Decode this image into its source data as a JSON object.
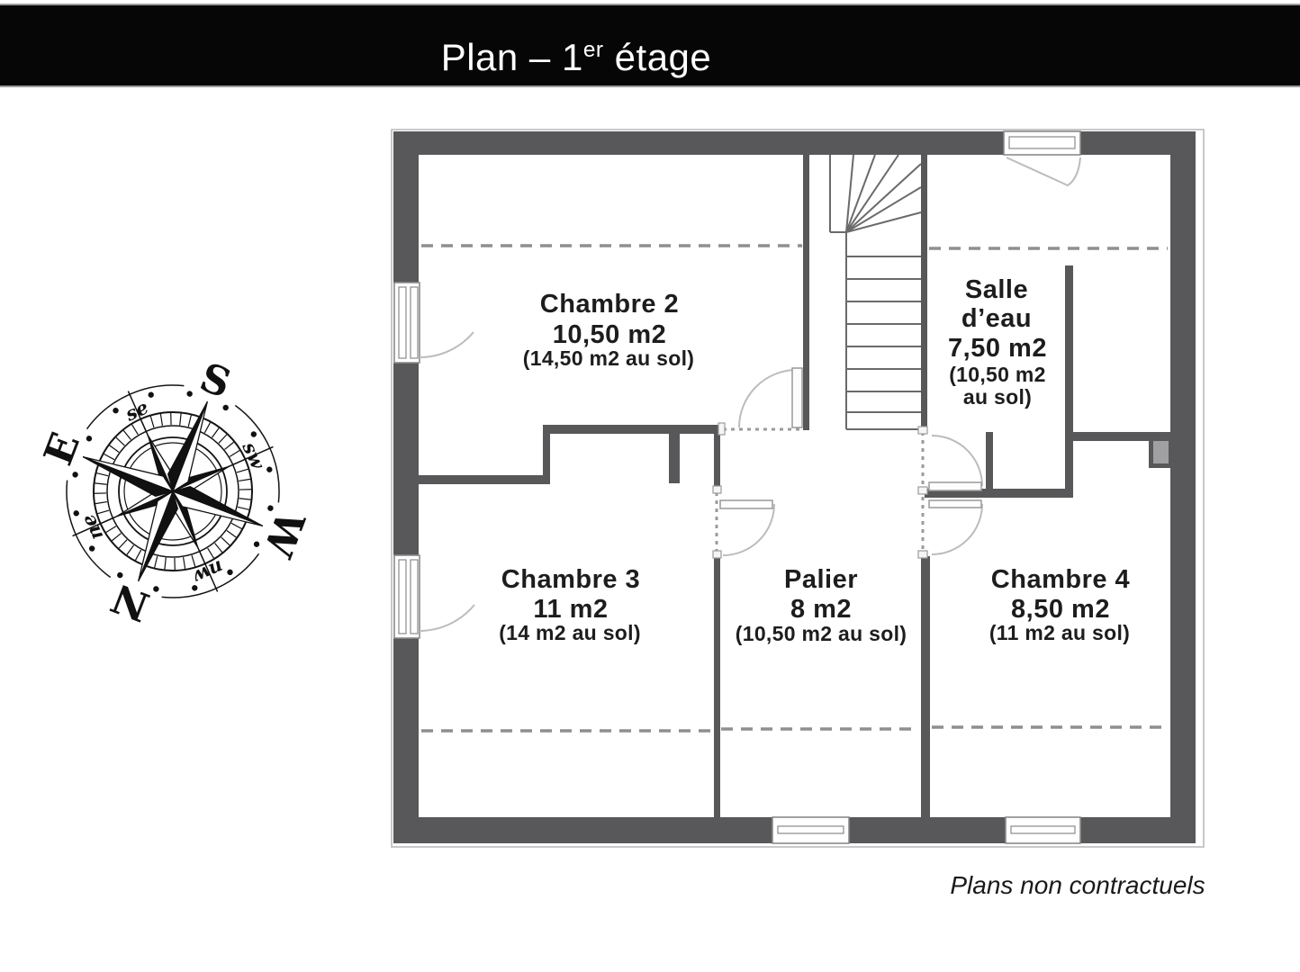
{
  "title": {
    "prefix": "Plan – 1",
    "superscript": "er",
    "suffix": " étage"
  },
  "footer": {
    "note": "Plans non contractuels"
  },
  "compass": {
    "cardinals": {
      "n": "N",
      "e": "E",
      "s": "S",
      "w": "W"
    },
    "intercardinals": {
      "ne": "ne",
      "se": "se",
      "sw": "sw",
      "nw": "nw"
    }
  },
  "rooms": {
    "chambre2": {
      "name": "Chambre 2",
      "area": "10,50 m2",
      "floor_area": "(14,50 m2 au sol)"
    },
    "salle_deau": {
      "name_line_1": "Salle",
      "name_line_2": "d’eau",
      "area": "7,50 m2",
      "floor_area_line_1": "(10,50 m2",
      "floor_area_line_2": "au sol)"
    },
    "chambre3": {
      "name": "Chambre 3",
      "area": "11 m2",
      "floor_area": "(14 m2 au sol)"
    },
    "palier": {
      "name": "Palier",
      "area": "8 m2",
      "floor_area": "(10,50 m2 au sol)"
    },
    "chambre4": {
      "name": "Chambre 4",
      "area": "8,50 m2",
      "floor_area": "(11 m2 au sol)"
    }
  },
  "colors": {
    "wall": "#58585b",
    "accent_black": "#060606",
    "attic_dash": "#8f8f8f"
  }
}
